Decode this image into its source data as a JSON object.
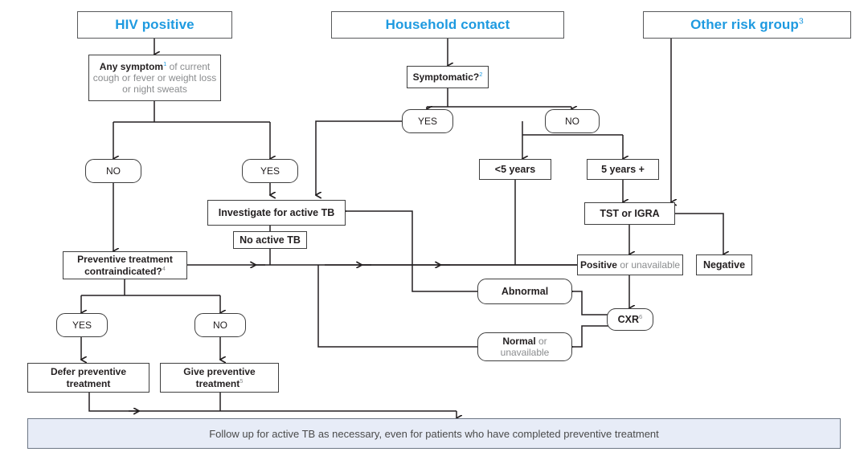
{
  "diagram": {
    "title": "TB preventive treatment algorithm",
    "accent_blue": "#1e9ae0",
    "banner_fill": "#e7ecf7",
    "line_color": "#231f20"
  },
  "headers": [
    {
      "id": "hiv",
      "label": "HIV positive"
    },
    {
      "id": "hhc",
      "label": "Household contact"
    },
    {
      "id": "other",
      "label": "Other risk group",
      "sup": "3"
    }
  ],
  "nodes": {
    "any_symptom": {
      "bold": "Any symptom",
      "sup": "1",
      "rest": " of current cough or fever or weight loss or night sweats"
    },
    "symptomatic": {
      "label": "Symptomatic?",
      "sup": "2"
    },
    "hiv_no": {
      "label": "NO"
    },
    "hiv_yes": {
      "label": "YES"
    },
    "sym_yes": {
      "label": "YES"
    },
    "sym_no": {
      "label": "NO"
    },
    "under5": {
      "label": "<5 years"
    },
    "over5": {
      "label": "5 years +"
    },
    "tst_igra": {
      "label": "TST or IGRA"
    },
    "positive": {
      "bold": "Positive",
      "rest": " or unavailable"
    },
    "negative": {
      "label": "Negative"
    },
    "cxr": {
      "label": "CXR",
      "sup": "6"
    },
    "abnormal": {
      "label": "Abnormal"
    },
    "normal": {
      "bold": "Normal",
      "rest": " or unavailable"
    },
    "investigate": {
      "label": "Investigate for active TB"
    },
    "no_active_tb": {
      "label": "No active TB"
    },
    "contraindicated": {
      "line1": "Preventive treatment",
      "line2": "contraindicated?",
      "sup": "4"
    },
    "prev_yes": {
      "label": "YES"
    },
    "prev_no": {
      "label": "NO"
    },
    "defer": {
      "line1": "Defer preventive",
      "line2": "treatment"
    },
    "give": {
      "line1": "Give preventive",
      "line2": "treatment",
      "sup": "5"
    }
  },
  "banner": {
    "label": "Follow up for active TB as necessary, even for patients who have completed preventive treatment"
  }
}
